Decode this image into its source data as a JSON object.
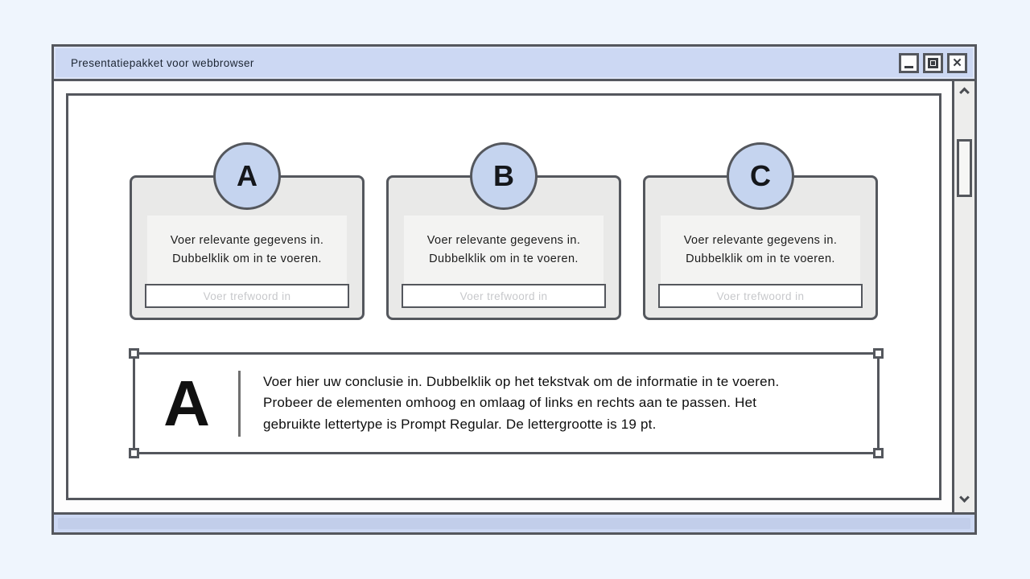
{
  "window": {
    "title": "Presentatiepakket voor webbrowser"
  },
  "icons": {
    "minimize": "underscore-bar",
    "maximize": "nested-square",
    "close": "✕",
    "scroll_up": "chevron-up",
    "scroll_down": "chevron-down"
  },
  "cards": [
    {
      "letter": "A",
      "lines": [
        "Voer relevante gegevens in.",
        "Dubbelklik om in te voeren."
      ],
      "placeholder": "Voer trefwoord in"
    },
    {
      "letter": "B",
      "lines": [
        "Voer relevante gegevens in.",
        "Dubbelklik om in te voeren."
      ],
      "placeholder": "Voer trefwoord in"
    },
    {
      "letter": "C",
      "lines": [
        "Voer relevante gegevens in.",
        "Dubbelklik om in te voeren."
      ],
      "placeholder": "Voer trefwoord in"
    }
  ],
  "conclusion": {
    "letter": "A",
    "lines": [
      "Voer hier uw conclusie in. Dubbelklik op het tekstvak om de informatie in te voeren.",
      "Probeer de elementen omhoog en omlaag of links en rechts aan te passen. Het",
      "gebruikte lettertype is Prompt Regular. De lettergrootte is 19 pt."
    ]
  },
  "colors": {
    "page_bg": "#eff5fd",
    "frame_border": "#54575d",
    "titlebar_bg": "#ccd8f3",
    "card_bg": "#e9e9e8",
    "card_inner_bg": "#f3f3f2",
    "badge_bg": "#c5d4ef",
    "placeholder_text": "#c7c8cb",
    "scroll_track": "#ededec",
    "bottom_thumb": "#c2ceea"
  }
}
